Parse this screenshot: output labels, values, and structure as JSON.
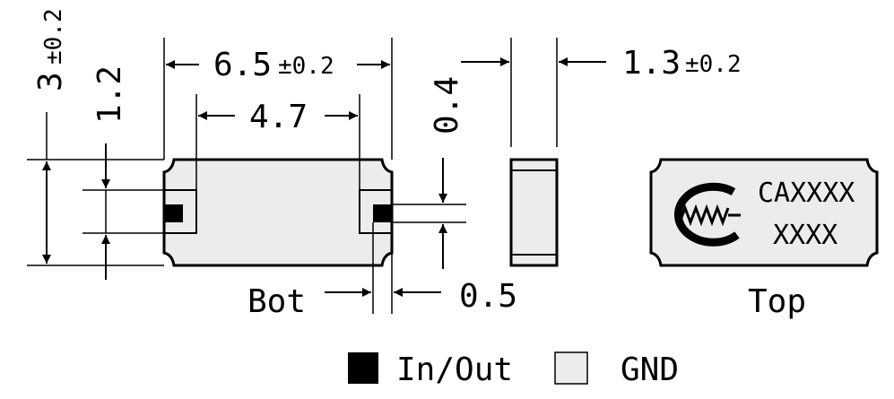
{
  "dimensions": {
    "length_main": "6.5",
    "length_tol": "±0.2",
    "inner_length": "4.7",
    "height_main": "3",
    "height_tol": "±0.2",
    "pad_height": "1.2",
    "pad_gap": "0.4",
    "pad_width": "0.5",
    "thickness_main": "1.3",
    "thickness_tol": "±0.2"
  },
  "views": {
    "bottom_label": "Bot",
    "top_label": "Top"
  },
  "marking": {
    "line1": "CAXXXX",
    "line2": "XXXX",
    "logo_icon": "cmw-logo-icon"
  },
  "legend": {
    "items": [
      {
        "label": "In/Out",
        "color": "#000000"
      },
      {
        "label": "GND",
        "color": "#ececec"
      }
    ]
  },
  "colors": {
    "package_fill": "#ececec",
    "pad_fill": "#000000",
    "stroke": "#000000"
  }
}
